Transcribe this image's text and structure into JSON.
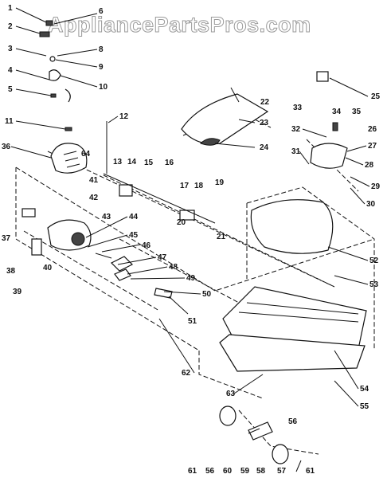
{
  "watermark": "AppliancePartsPros.com",
  "callouts": [
    "1",
    "2",
    "3",
    "4",
    "5",
    "6",
    "8",
    "9",
    "10",
    "11",
    "12",
    "13",
    "14",
    "15",
    "16",
    "17",
    "18",
    "19",
    "20",
    "21",
    "22",
    "23",
    "24",
    "25",
    "26",
    "27",
    "28",
    "29",
    "30",
    "31",
    "32",
    "33",
    "34",
    "35",
    "36",
    "37",
    "38",
    "39",
    "40",
    "41",
    "42",
    "43",
    "44",
    "45",
    "46",
    "47",
    "48",
    "49",
    "50",
    "50",
    "51",
    "52",
    "53",
    "54",
    "55",
    "56",
    "56",
    "57",
    "58",
    "59",
    "60",
    "61",
    "61",
    "62",
    "63",
    "64"
  ]
}
